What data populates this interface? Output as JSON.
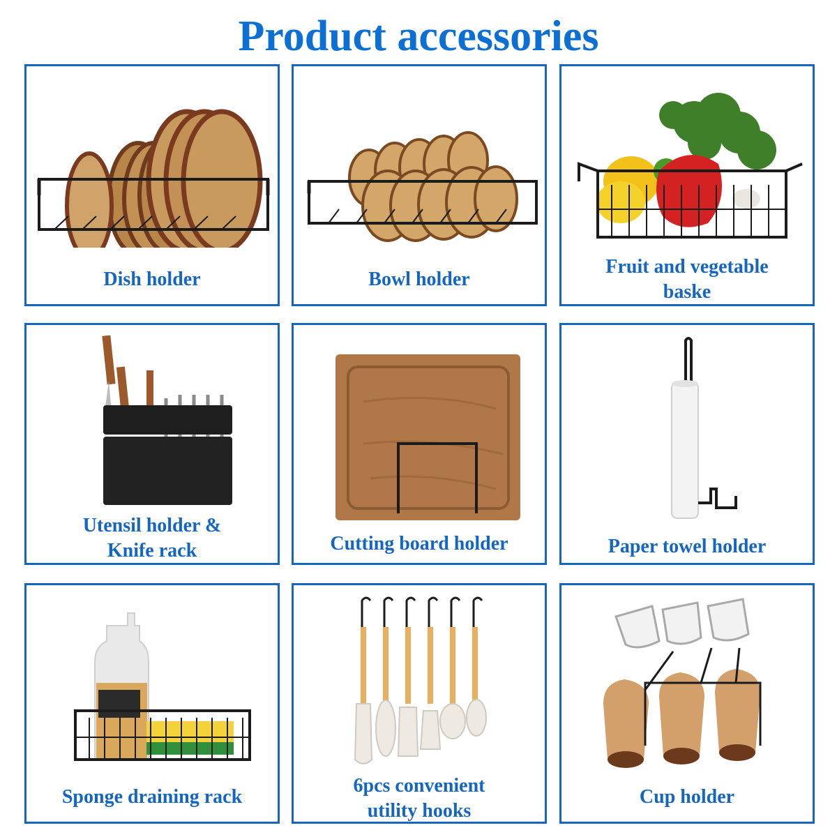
{
  "title": "Product accessories",
  "colors": {
    "accent": "#1566c0",
    "title": "#0b6fd4"
  },
  "items": [
    {
      "label": "Dish holder",
      "icon": "dish-rack-illustration"
    },
    {
      "label": "Bowl holder",
      "icon": "bowl-rack-illustration"
    },
    {
      "label_line1": "Fruit and vegetable",
      "label_line2": "baske",
      "icon": "fruit-basket-illustration"
    },
    {
      "label_line1": "Utensil holder &",
      "label_line2": "Knife rack",
      "icon": "utensil-holder-illustration"
    },
    {
      "label": "Cutting board holder",
      "icon": "cutting-board-illustration"
    },
    {
      "label": "Paper towel holder",
      "icon": "paper-towel-illustration"
    },
    {
      "label": "Sponge draining rack",
      "icon": "sponge-rack-illustration"
    },
    {
      "label_line1": "6pcs convenient",
      "label_line2": "utility hooks",
      "icon": "hooks-illustration"
    },
    {
      "label": "Cup holder",
      "icon": "cup-holder-illustration"
    }
  ]
}
